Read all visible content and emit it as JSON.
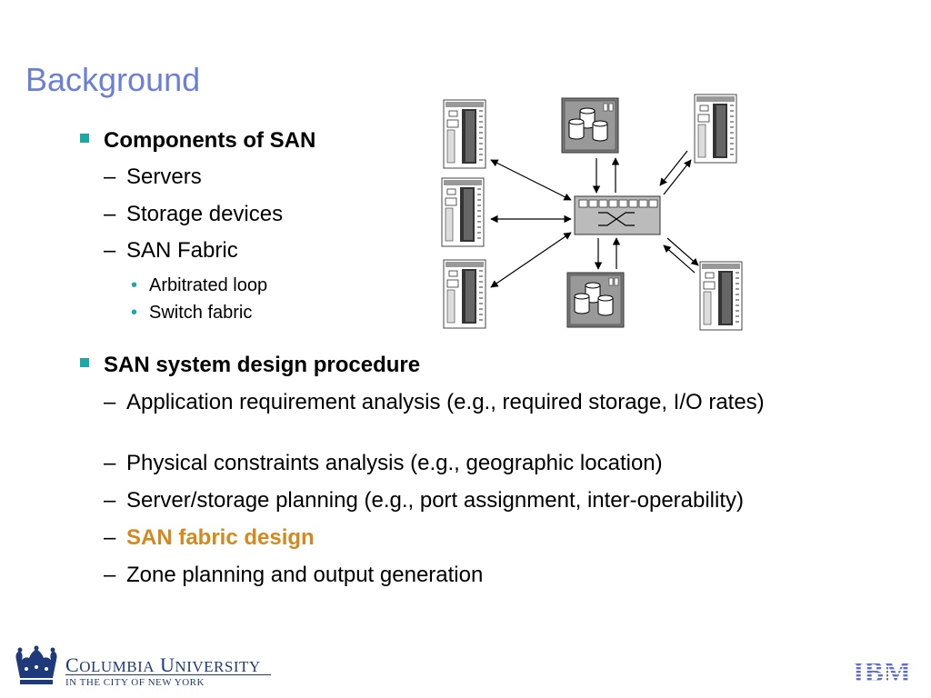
{
  "slide": {
    "title": "Background",
    "section1": {
      "heading": "Components of SAN",
      "items": [
        "Servers",
        "Storage devices",
        "SAN Fabric"
      ],
      "subitems": [
        "Arbitrated loop",
        "Switch fabric"
      ]
    },
    "section2": {
      "heading": "SAN system design procedure",
      "items": [
        "Application requirement analysis (e.g., required storage, I/O rates)",
        "Physical constraints analysis (e.g., geographic location)",
        "Server/storage planning (e.g., port assignment, inter-operability)",
        "SAN fabric design",
        "Zone planning and output generation"
      ]
    },
    "dash": "–",
    "dot": "•"
  },
  "footer": {
    "university_c": "C",
    "university_olumbia": "OLUMBIA",
    "university_u": "U",
    "university_niversity": "NIVERSITY",
    "city_line": "IN THE CITY OF NEW YORK",
    "ibm_logo_text": "IBM"
  },
  "colors": {
    "title": "#6b7fd6",
    "bullet": "#1aa9a4",
    "highlight": "#d4881e",
    "columbia": "#1f3a7a",
    "ibm": "#5b6ec9"
  },
  "icons": [
    "server-icon",
    "storage-icon",
    "switch-icon",
    "crown-icon"
  ]
}
